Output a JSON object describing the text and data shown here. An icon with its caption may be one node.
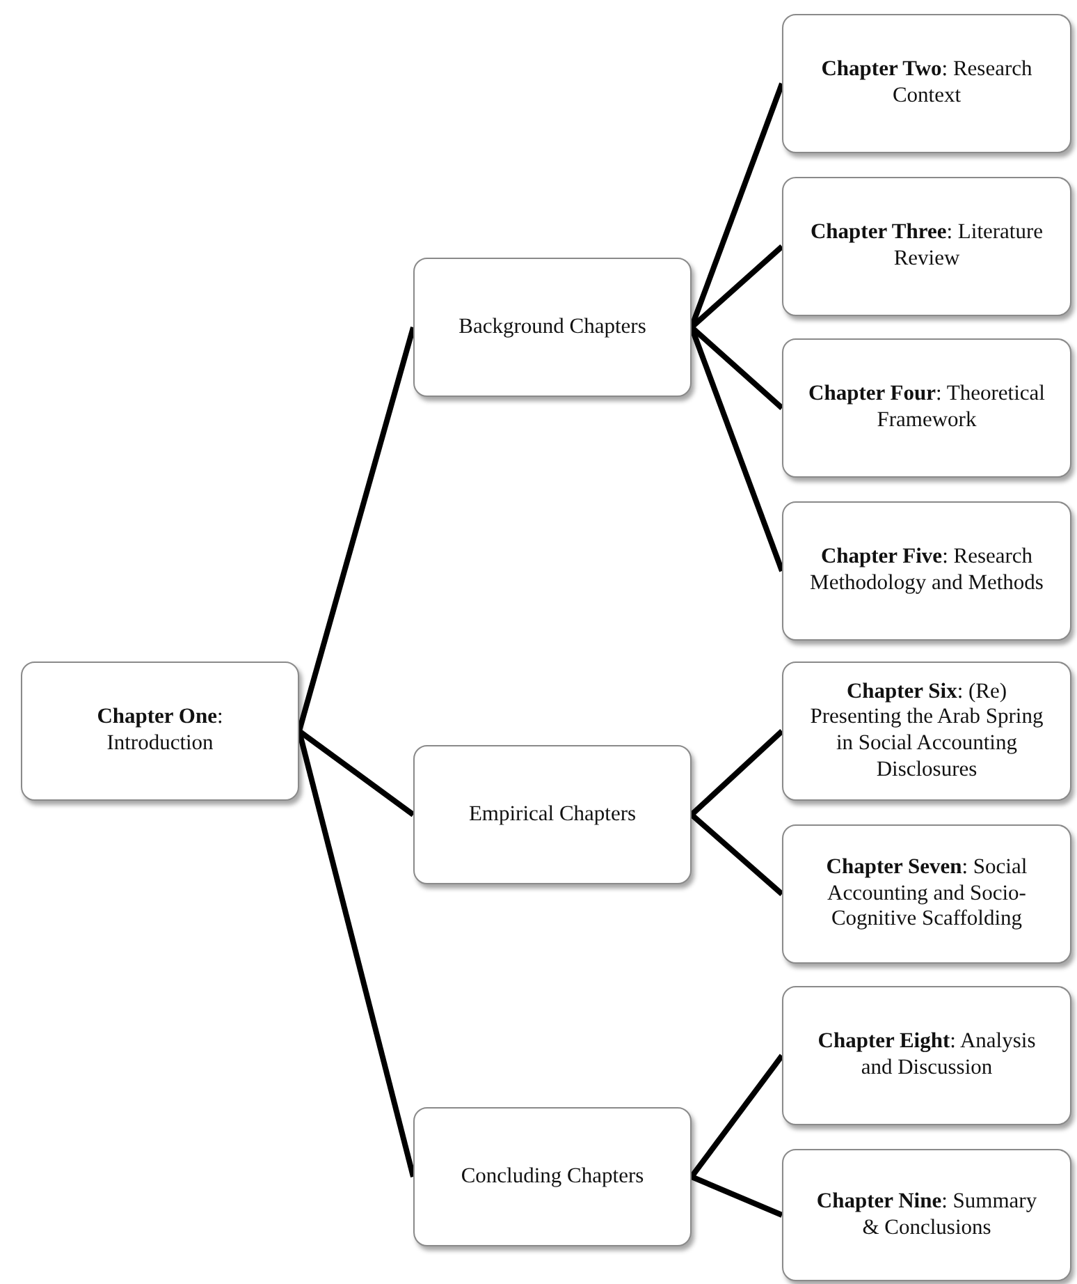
{
  "diagram": {
    "nodes": [
      {
        "text": [
          "**Chapter One**: Introduction"
        ]
      },
      {
        "text": [
          "Background Chapters"
        ]
      },
      {
        "text": [
          "Empirical Chapters"
        ]
      },
      {
        "text": [
          "Concluding Chapters"
        ]
      },
      {
        "text": [
          "**Chapter Two**: Research Context"
        ]
      },
      {
        "text": [
          "**Chapter Three**: Literature Review"
        ]
      },
      {
        "text": [
          "**Chapter Four**: Theoretical Framework"
        ]
      },
      {
        "text": [
          "**Chapter Five**: Research Methodology and Methods"
        ]
      },
      {
        "text": [
          "**Chapter Six**: (Re) Presenting the Arab Spring in Social Accounting Disclosures"
        ]
      },
      {
        "text": [
          "**Chapter Seven**: Social Accounting and Socio-Cognitive Scaffolding"
        ]
      },
      {
        "text": [
          "**Chapter Eight**: Analysis and Discussion"
        ]
      },
      {
        "text": [
          "**Chapter Nine**: Summary & Conclusions"
        ]
      }
    ],
    "edges": [
      {
        "from": 0,
        "to": 1,
        "arrow": "none"
      },
      {
        "from": 0,
        "to": 2,
        "arrow": "none"
      },
      {
        "from": 0,
        "to": 3,
        "arrow": "none"
      },
      {
        "from": 1,
        "to": 4,
        "arrow": "none"
      },
      {
        "from": 1,
        "to": 5,
        "arrow": "none"
      },
      {
        "from": 1,
        "to": 6,
        "arrow": "none"
      },
      {
        "from": 1,
        "to": 7,
        "arrow": "none"
      },
      {
        "from": 2,
        "to": 8,
        "arrow": "none"
      },
      {
        "from": 2,
        "to": 9,
        "arrow": "none"
      },
      {
        "from": 3,
        "to": 10,
        "arrow": "none"
      },
      {
        "from": 3,
        "to": 11,
        "arrow": "none"
      }
    ]
  }
}
